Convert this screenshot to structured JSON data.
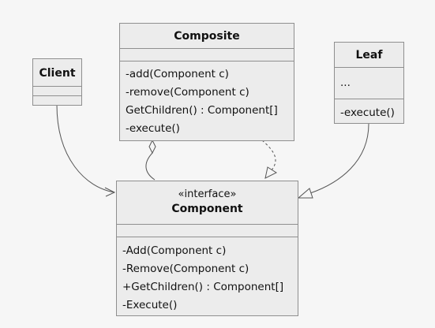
{
  "composite": {
    "name": "Composite",
    "attributes": [],
    "methods": [
      "-add(Component c)",
      "-remove(Component c)",
      "GetChildren() : Component[]",
      "-execute()"
    ]
  },
  "client": {
    "name": "Client",
    "attributes": [],
    "methods": []
  },
  "leaf": {
    "name": "Leaf",
    "attributes": [
      "..."
    ],
    "methods": [
      "-execute()"
    ]
  },
  "component": {
    "stereotype": "«interface»",
    "name": "Component",
    "attributes": [],
    "methods": [
      "-Add(Component c)",
      "-Remove(Component c)",
      "+GetChildren() : Component[]",
      "-Execute()"
    ]
  },
  "relations": [
    {
      "from": "client",
      "to": "component",
      "type": "association"
    },
    {
      "from": "composite",
      "to": "component",
      "type": "aggregation"
    },
    {
      "from": "composite",
      "to": "component",
      "type": "realization"
    },
    {
      "from": "leaf",
      "to": "component",
      "type": "realization"
    }
  ],
  "colors": {
    "background": "#f6f6f6",
    "box_fill": "#ececec",
    "box_border": "#8f8f8f",
    "edge": "#555555"
  }
}
